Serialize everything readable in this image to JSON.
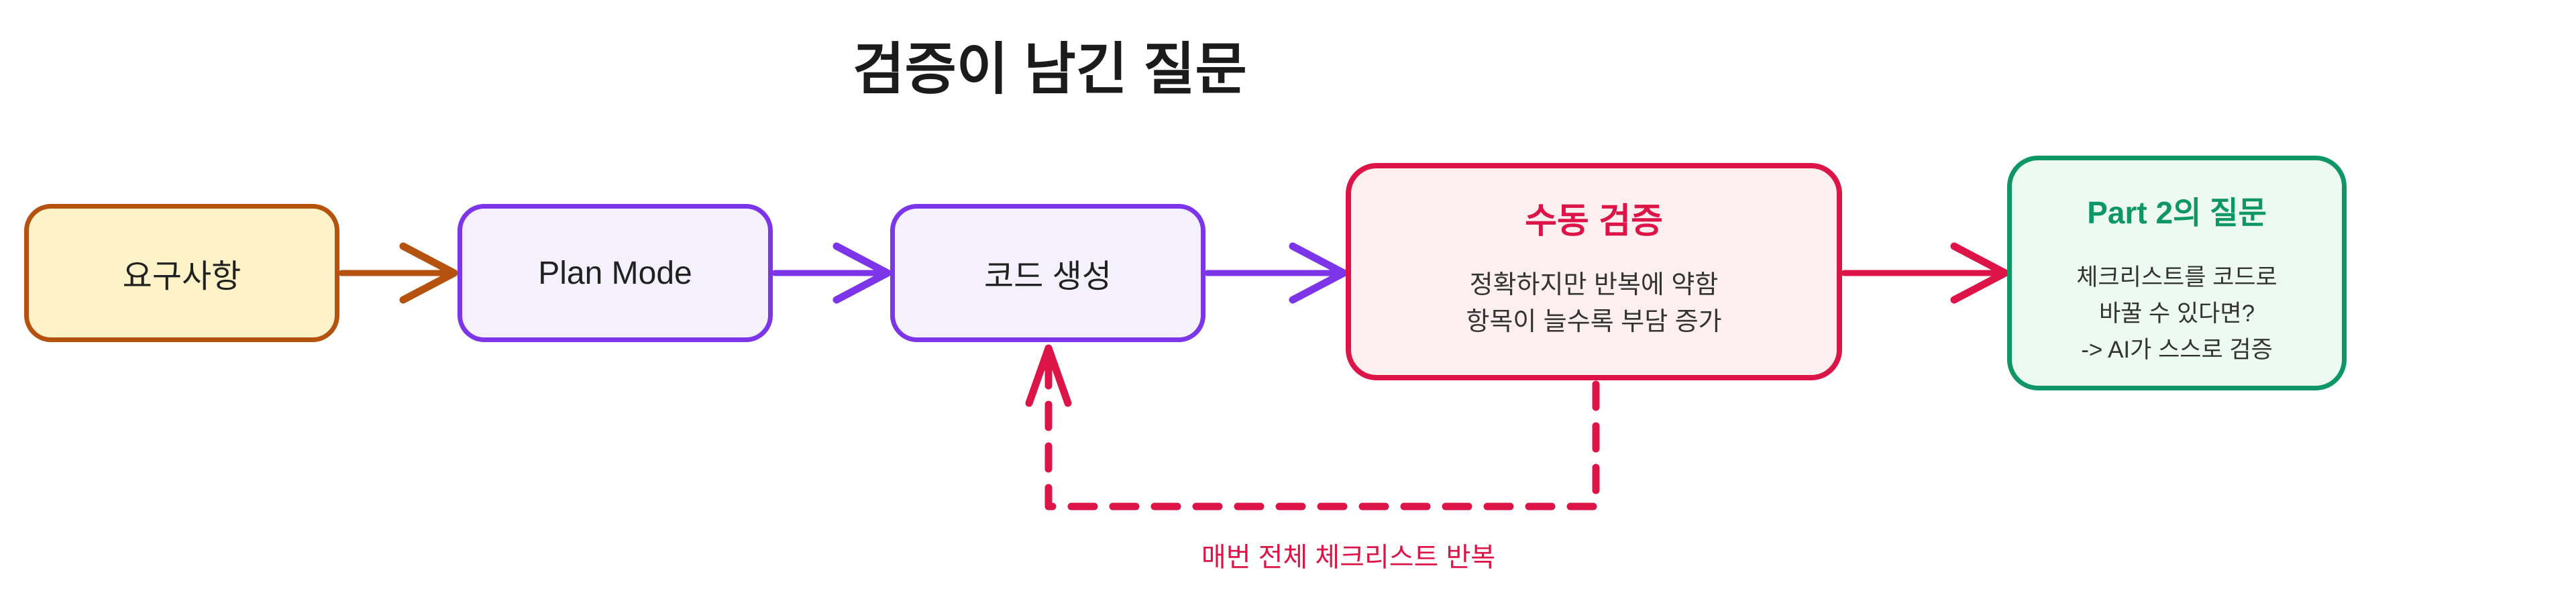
{
  "title": "검증이 남긴 질문",
  "nodes": [
    {
      "id": "requirements",
      "label": "요구사항",
      "fill": "#fdf2c8",
      "border": "#b5520f"
    },
    {
      "id": "plan-mode",
      "label": "Plan Mode",
      "fill": "#f4f1fc",
      "border": "#7c35e8"
    },
    {
      "id": "code-generation",
      "label": "코드 생성",
      "fill": "#f4f1fc",
      "border": "#7c35e8"
    },
    {
      "id": "manual-verification",
      "title": "수동 검증",
      "lines": [
        "정확하지만 반복에 약함",
        "항목이 늘수록 부담 증가"
      ],
      "fill": "#fdeef0",
      "border": "#dc1448",
      "title_color": "#dc1448"
    },
    {
      "id": "part2-question",
      "title": "Part 2의 질문",
      "lines": [
        "체크리스트를 코드로",
        "바꿀 수 있다면?",
        "-> AI가 스스로 검증"
      ],
      "fill": "#ecfaf2",
      "border": "#0e9666",
      "title_color": "#0e9666"
    }
  ],
  "edges": {
    "requirements_to_plan": {
      "color": "#b5520f",
      "style": "solid"
    },
    "plan_to_code": {
      "color": "#7c35e8",
      "style": "solid"
    },
    "code_to_manual": {
      "color": "#7c35e8",
      "style": "solid"
    },
    "manual_to_part2": {
      "color": "#dc1448",
      "style": "solid"
    },
    "manual_to_code_feedback": {
      "color": "#dc1448",
      "style": "dashed",
      "label": "매번 전체 체크리스트 반복"
    }
  },
  "text_color": "#212121",
  "body_text_color": "#333333",
  "title_color": "#1b1b1b",
  "background": "#ffffff"
}
